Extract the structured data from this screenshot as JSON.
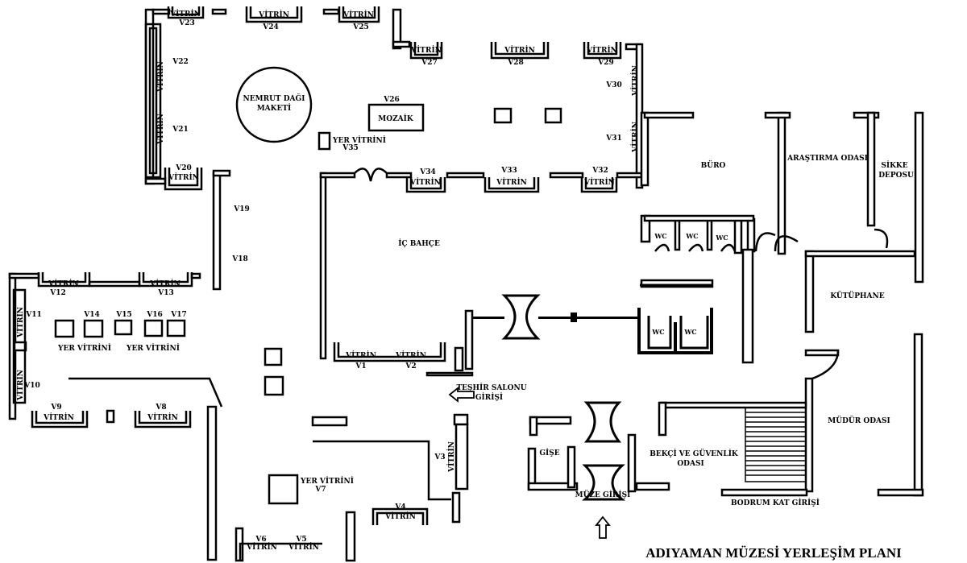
{
  "title": "ADIYAMAN MÜZESİ YERLEŞİM PLANI",
  "showcase_word": "VİTRİN",
  "floor_showcase_word": "YER VİTRİNİ",
  "vitrine_codes": [
    "V1",
    "V2",
    "V3",
    "V4",
    "V5",
    "V6",
    "V7",
    "V8",
    "V9",
    "V10",
    "V11",
    "V12",
    "V13",
    "V14",
    "V15",
    "V16",
    "V17",
    "V18",
    "V19",
    "V20",
    "V21",
    "V22",
    "V23",
    "V24",
    "V25",
    "V26",
    "V27",
    "V28",
    "V29",
    "V30",
    "V31",
    "V32",
    "V33",
    "V34",
    "V35"
  ],
  "areas": {
    "model": [
      "NEMRUT DAĞI",
      "MAKETİ"
    ],
    "mosaic": "MOZAİK",
    "courtyard": "İÇ BAHÇE",
    "office": "BÜRO",
    "research": "ARAŞTIRMA ODASI",
    "coin_storage": [
      "SİKKE",
      "DEPOSU"
    ],
    "library": "KÜTÜPHANE",
    "director": "MÜDÜR ODASI",
    "security": [
      "BEKÇİ VE GÜVENLİK",
      "ODASI"
    ],
    "ticket": "GİŞE",
    "museum_entrance": "MÜZE GİRİŞİ",
    "basement_entrance": "BODRUM KAT GİRİŞİ",
    "hall_entrance": [
      "TEŞHİR SALONU",
      "GİRİŞİ"
    ],
    "wc": "WC"
  },
  "colors": {
    "ink": "#000000",
    "paper": "#ffffff"
  },
  "icons": [
    "arrow-left-icon",
    "arrow-up-icon",
    "door-swing-icon",
    "staircase-icon"
  ]
}
